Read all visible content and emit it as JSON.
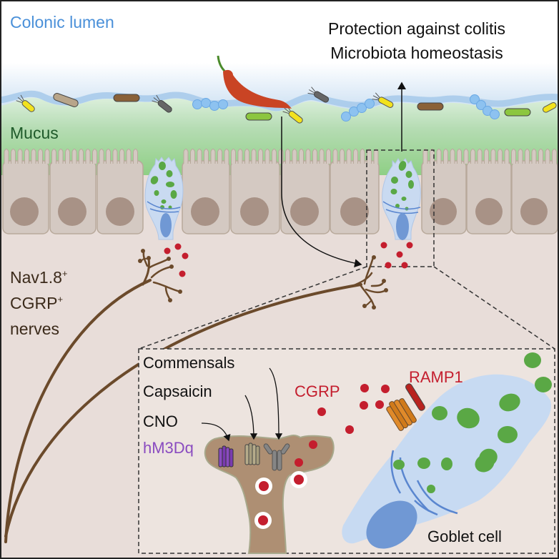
{
  "regions": {
    "lumen": "Colonic lumen",
    "mucus": "Mucus"
  },
  "outcomes": {
    "line1": "Protection against colitis",
    "line2": "Microbiota homeostasis"
  },
  "nerves": {
    "line1": "Nav1.8",
    "line1_sup": "+",
    "line2": "CGRP",
    "line2_sup": "+",
    "line3": "nerves"
  },
  "inset": {
    "stimuli": [
      "Commensals",
      "Capsaicin",
      "CNO"
    ],
    "receptor_label": "hM3Dq",
    "neuropeptide": "CGRP",
    "co_receptor": "RAMP1",
    "target_cell": "Goblet cell"
  },
  "colors": {
    "lumen_text": "#4a90d9",
    "mucus_text": "#1f5a2a",
    "cgrp_red": "#c41e2e",
    "hm3dq_purple": "#8a4bc0",
    "nerve_brown": "#6b4a2b",
    "goblet_blue": "#c7daf2",
    "granule_green": "#5aa845"
  }
}
